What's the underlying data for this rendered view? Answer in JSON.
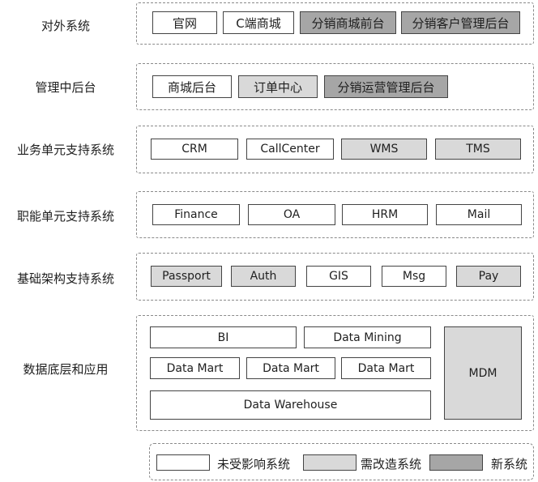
{
  "layers": [
    {
      "label": "对外系统",
      "items": [
        {
          "label": "官网",
          "status": "unchanged"
        },
        {
          "label": "C端商城",
          "status": "unchanged"
        },
        {
          "label": "分销商城前台",
          "status": "new"
        },
        {
          "label": "分销客户管理后台",
          "status": "new"
        }
      ]
    },
    {
      "label": "管理中后台",
      "items": [
        {
          "label": "商城后台",
          "status": "unchanged"
        },
        {
          "label": "订单中心",
          "status": "modified"
        },
        {
          "label": "分销运营管理后台",
          "status": "new"
        }
      ]
    },
    {
      "label": "业务单元支持系统",
      "items": [
        {
          "label": "CRM",
          "status": "unchanged"
        },
        {
          "label": "CallCenter",
          "status": "unchanged"
        },
        {
          "label": "WMS",
          "status": "modified"
        },
        {
          "label": "TMS",
          "status": "modified"
        }
      ]
    },
    {
      "label": "职能单元支持系统",
      "items": [
        {
          "label": "Finance",
          "status": "unchanged"
        },
        {
          "label": "OA",
          "status": "unchanged"
        },
        {
          "label": "HRM",
          "status": "unchanged"
        },
        {
          "label": "Mail",
          "status": "unchanged"
        }
      ]
    },
    {
      "label": "基础架构支持系统",
      "items": [
        {
          "label": "Passport",
          "status": "modified"
        },
        {
          "label": "Auth",
          "status": "modified"
        },
        {
          "label": "GIS",
          "status": "unchanged"
        },
        {
          "label": "Msg",
          "status": "unchanged"
        },
        {
          "label": "Pay",
          "status": "modified"
        }
      ]
    },
    {
      "label": "数据底层和应用",
      "items": [
        {
          "label": "BI",
          "status": "unchanged"
        },
        {
          "label": "Data Mining",
          "status": "unchanged"
        },
        {
          "label": "Data Mart",
          "status": "unchanged"
        },
        {
          "label": "Data Mart",
          "status": "unchanged"
        },
        {
          "label": "Data Mart",
          "status": "unchanged"
        },
        {
          "label": "Data Warehouse",
          "status": "unchanged"
        },
        {
          "label": "MDM",
          "status": "modified"
        }
      ]
    }
  ],
  "legend": [
    {
      "label": "未受影响系统",
      "status": "unchanged"
    },
    {
      "label": "需改造系统",
      "status": "modified"
    },
    {
      "label": "新系统",
      "status": "new"
    }
  ],
  "colors": {
    "unchanged": "#ffffff",
    "modified": "#d9d9d9",
    "new": "#a6a6a6",
    "border": "#444444",
    "dashed_border": "#8a8a8a"
  }
}
